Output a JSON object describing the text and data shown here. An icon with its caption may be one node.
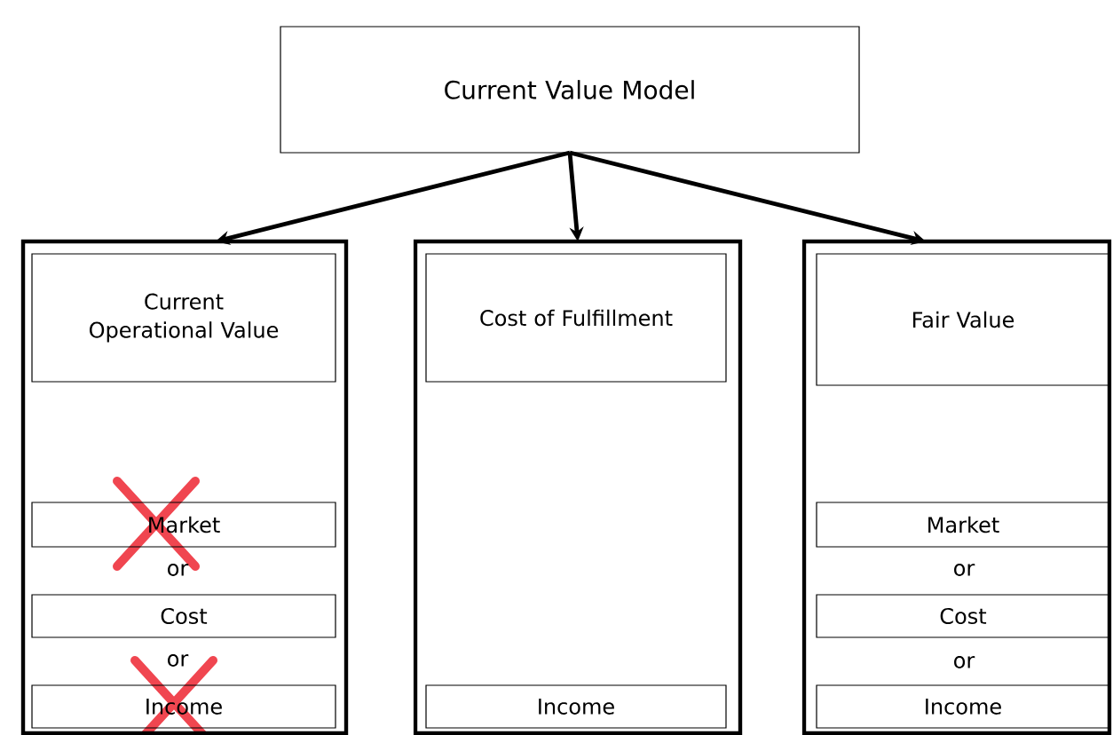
{
  "diagram": {
    "nodes": [
      {
        "text": [
          "Current Value Model"
        ]
      },
      {
        "text": [],
        "shape": "box"
      },
      {
        "text": [
          "Current Operational Value"
        ],
        "in": 1
      },
      {
        "text": [
          "Market"
        ],
        "in": 1
      },
      {
        "text": [
          "Cost"
        ],
        "in": 1
      },
      {
        "text": [
          "Income"
        ],
        "in": 1
      },
      {
        "text": [],
        "shape": "box"
      },
      {
        "text": [
          "Cost of Fulfillment"
        ],
        "in": 6
      },
      {
        "text": [
          "Income"
        ],
        "in": 6
      },
      {
        "text": [],
        "shape": "box"
      },
      {
        "text": [
          "Fair Value"
        ],
        "in": 9
      },
      {
        "text": [
          "Market"
        ],
        "in": 9
      },
      {
        "text": [
          "Cost"
        ],
        "in": 9
      },
      {
        "text": [
          "Income"
        ],
        "in": 9
      }
    ],
    "edges": [
      {
        "from": 0,
        "to": 1,
        "arrow": "to"
      },
      {
        "from": 0,
        "to": 6,
        "arrow": "to"
      },
      {
        "from": 0,
        "to": 9,
        "arrow": "to"
      }
    ],
    "labels": [
      "or",
      "or",
      "or",
      "or"
    ]
  }
}
